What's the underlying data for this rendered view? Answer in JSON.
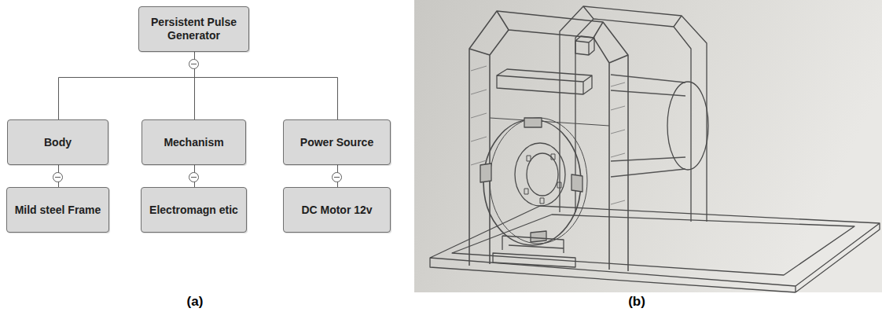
{
  "diagram": {
    "nodes": [
      {
        "text": [
          "Persistent Pulse Generator"
        ]
      },
      {
        "text": [
          "Body"
        ]
      },
      {
        "text": [
          "Mechanism"
        ]
      },
      {
        "text": [
          "Power Source"
        ]
      },
      {
        "text": [
          "Mild steel Frame"
        ]
      },
      {
        "text": [
          "Electromagn etic"
        ]
      },
      {
        "text": [
          "DC Motor 12v"
        ]
      }
    ],
    "edges": [
      {
        "from": 0,
        "to": 1,
        "arrow": "none"
      },
      {
        "from": 0,
        "to": 2,
        "arrow": "none"
      },
      {
        "from": 0,
        "to": 3,
        "arrow": "none"
      },
      {
        "from": 1,
        "to": 4,
        "arrow": "none"
      },
      {
        "from": 2,
        "to": 5,
        "arrow": "none"
      },
      {
        "from": 3,
        "to": 6,
        "arrow": "none"
      }
    ],
    "labels": [
      "(a)",
      "(b)"
    ]
  }
}
